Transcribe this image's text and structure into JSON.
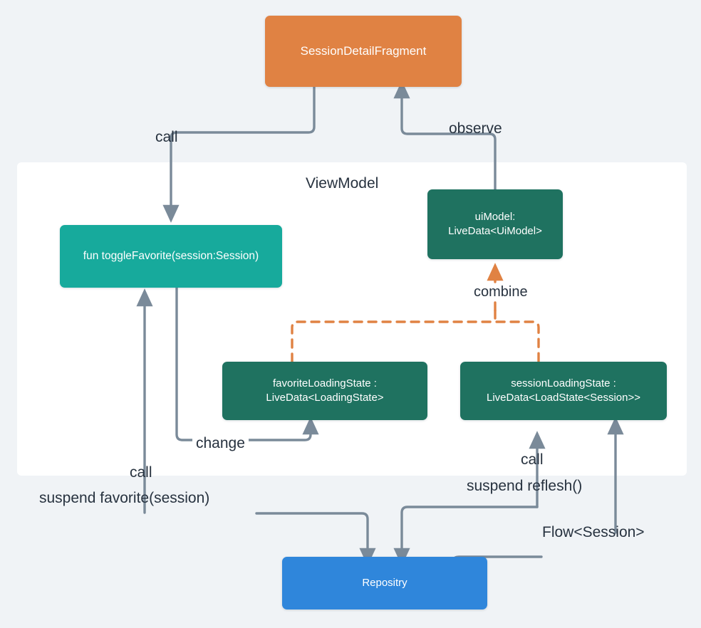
{
  "diagram": {
    "title": "Android ViewModel data flow",
    "background_color": "#f0f3f6",
    "colors": {
      "fragment": "#e08243",
      "viewmodel_function": "#17aa9c",
      "livedata": "#1f7260",
      "repository": "#2f86db",
      "edge": "#7a8a99",
      "combine_edge": "#e08243",
      "text": "#27323f"
    },
    "container": {
      "label": "ViewModel"
    },
    "nodes": [
      {
        "id": "fragment",
        "label": "SessionDetailFragment",
        "kind": "fragment"
      },
      {
        "id": "toggleFavorite",
        "label": "fun toggleFavorite(session:Session)",
        "kind": "viewmodel_function"
      },
      {
        "id": "uiModel",
        "label": "uiModel:\nLiveData<UiModel>",
        "kind": "livedata"
      },
      {
        "id": "favoriteLoadingState",
        "label": "favoriteLoadingState :\nLiveData<LoadingState>",
        "kind": "livedata"
      },
      {
        "id": "sessionLoadingState",
        "label": "sessionLoadingState :\nLiveData<LoadState<Session>>",
        "kind": "livedata"
      },
      {
        "id": "repository",
        "label": "Repositry",
        "kind": "repository"
      }
    ],
    "edge_labels": [
      {
        "id": "call-toggle",
        "text": "call"
      },
      {
        "id": "observe",
        "text": "observe"
      },
      {
        "id": "combine",
        "text": "combine"
      },
      {
        "id": "change",
        "text": "change"
      },
      {
        "id": "call-favorite",
        "text": "call"
      },
      {
        "id": "suspend-favorite",
        "text": "suspend favorite(session)"
      },
      {
        "id": "call-reflesh",
        "text": "call"
      },
      {
        "id": "suspend-reflesh",
        "text": "suspend reflesh()"
      },
      {
        "id": "flow-session",
        "text": "Flow<Session>"
      }
    ]
  }
}
